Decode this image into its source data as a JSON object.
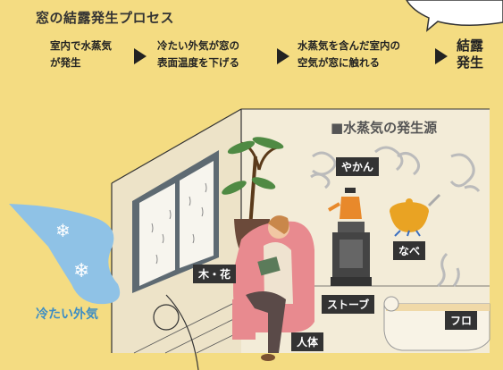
{
  "title": "窓の結露発生プロセス",
  "steps": [
    {
      "line1": "室内で水蒸気",
      "line2": "が発生"
    },
    {
      "line1": "冷たい外気が窓の",
      "line2": "表面温度を下げる"
    },
    {
      "line1": "水蒸気を含んだ室内の",
      "line2": "空気が窓に触れる"
    },
    {
      "line1": "結露",
      "line2": "発生"
    }
  ],
  "source_title": "■水蒸気の発生源",
  "labels": {
    "kettle": "やかん",
    "pot": "なべ",
    "plant": "木・花",
    "stove": "ストーブ",
    "bath": "フロ",
    "person": "人体"
  },
  "outside_air": "冷たい外気",
  "colors": {
    "background": "#f4dc82",
    "room": "#f3ecd8",
    "outside_blob": "#8fc2e6",
    "label_bg": "#333333",
    "chair": "#e88a8f",
    "kettle": "#e8892b",
    "pot": "#e9a323"
  }
}
